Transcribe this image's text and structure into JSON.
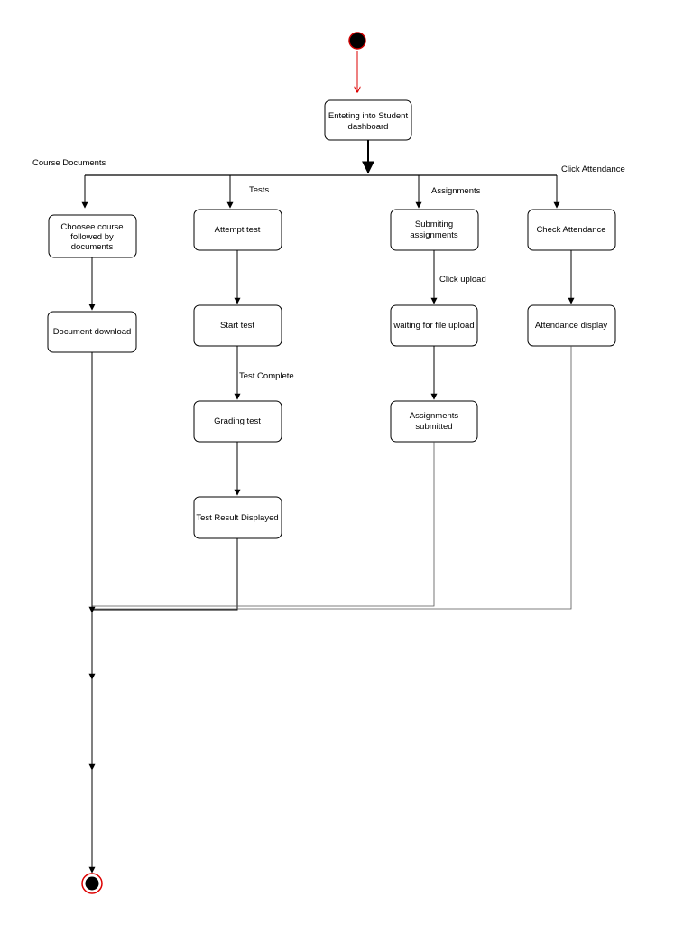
{
  "colors": {
    "initial_node_fill": "#000000",
    "initial_node_stroke": "#cc0000",
    "initial_arrow": "#dd0000",
    "final_node_ring": "#dd0000",
    "stroke": "#000000",
    "box_fill": "#ffffff"
  },
  "nodes": {
    "dashboard": [
      "Enteting into Student",
      "dashboard"
    ],
    "choose_course": [
      "Choosee course",
      "followed by",
      "documents"
    ],
    "document_download": [
      "Document download"
    ],
    "attempt_test": [
      "Attempt test"
    ],
    "start_test": [
      "Start test"
    ],
    "grading_test": [
      "Grading test"
    ],
    "test_result": [
      "Test Result Displayed"
    ],
    "submitting_assignments": [
      "Submiting",
      "assignments"
    ],
    "waiting_upload": [
      "waiting for file upload"
    ],
    "assignments_submitted": [
      "Assignments",
      "submitted"
    ],
    "check_attendance": [
      "Check Attendance"
    ],
    "attendance_display": [
      "Attendance display"
    ]
  },
  "edge_labels": {
    "course_documents": "Course Documents",
    "tests": "Tests",
    "assignments": "Assignments",
    "click_attendance": "Click Attendance",
    "click_upload": "Click upload",
    "test_complete": "Test Complete"
  }
}
